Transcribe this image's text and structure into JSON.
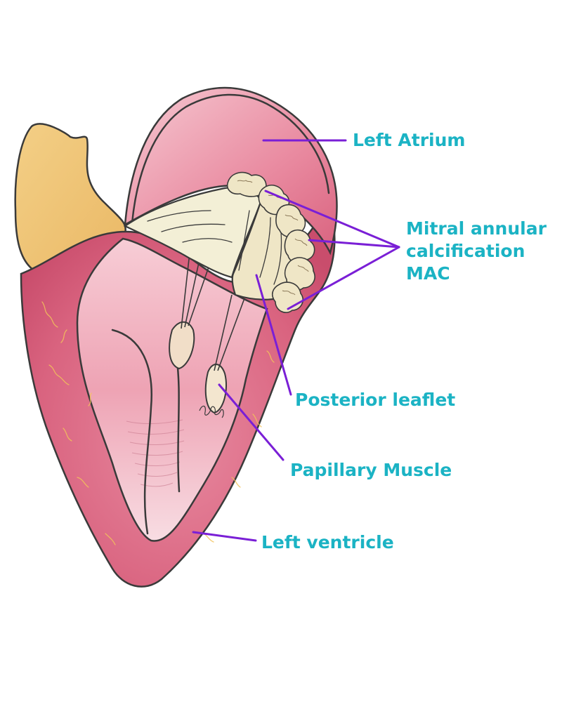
{
  "labels": {
    "left_atrium": "Left Atrium",
    "mac_line1": "Mitral annular",
    "mac_line2": "calcification",
    "mac_line3": "MAC",
    "posterior_leaflet": "Posterior leaflet",
    "papillary_muscle": "Papillary Muscle",
    "left_ventricle": "Left ventricle"
  },
  "colors": {
    "label_text": "#1bb3c4",
    "leader_lines": "#7a1fd6",
    "heart_wall": "#d9637f",
    "chamber_interior": "#f2b7c2",
    "aorta": "#f0c272",
    "calcification": "#efe6c6",
    "leaflet": "#f3efd6",
    "outline": "#3a3a3a"
  }
}
